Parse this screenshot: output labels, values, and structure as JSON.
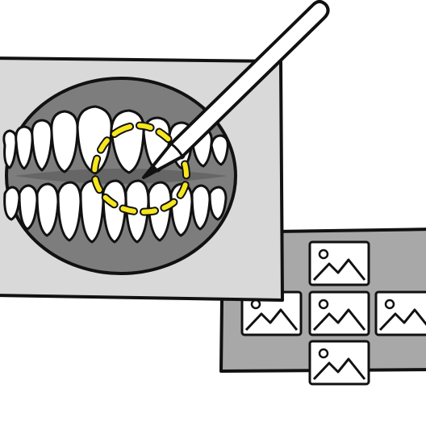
{
  "illustration": {
    "subject": "dental-xray-annotation",
    "colors": {
      "background": "#ffffff",
      "outline": "#111111",
      "card_light": "#d9d9d9",
      "card_dark": "#a8a8a8",
      "gum": "#7d7d7d",
      "mouth_shadow": "#666666",
      "tooth": "#ffffff",
      "pen_body": "#ffffff",
      "selection_dash": "#f5e61e"
    },
    "icons": [
      "tooth-xray-card",
      "selection-dashed-circle",
      "stylus-pen-icon",
      "image-thumbnail-icon"
    ],
    "thumbnail_count": 5
  }
}
